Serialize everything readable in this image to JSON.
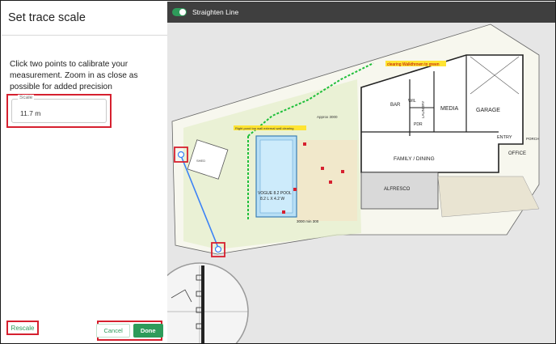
{
  "panel": {
    "title": "Set trace scale",
    "instructions": "Click two points to calibrate your measurement. Zoom in as close as possible for added precision",
    "scale": {
      "label": "Scale",
      "value": "11.7 m"
    },
    "rescale_label": "Rescale",
    "cancel_label": "Cancel",
    "done_label": "Done"
  },
  "canvas": {
    "toggle_label": "Straighten Line",
    "toggle_on": true,
    "plan_labels": {
      "banner": "clearing Walkthrown to green",
      "note_top": "Approx 3000",
      "note_wall": "Right pond top wall external wall clearing",
      "bar": "BAR",
      "wil": "WIL",
      "laundry": "LAUNDRY",
      "media": "MEDIA",
      "garage": "GARAGE",
      "entry": "ENTRY",
      "porch": "PORCH",
      "office": "OFFICE",
      "pdr": "PDR",
      "family_dining": "FAMILY / DINING",
      "alfresco": "ALFRESCO",
      "pool": "VOGUE 8.2 POOL",
      "pool_size": "8.2 L X 4.2 W",
      "dim_note": "3000 min 300",
      "shed": "SHED"
    },
    "colors": {
      "accent": "#2e9b5a",
      "highlight": "#d6202f",
      "measure_line": "#3b82f6"
    }
  }
}
